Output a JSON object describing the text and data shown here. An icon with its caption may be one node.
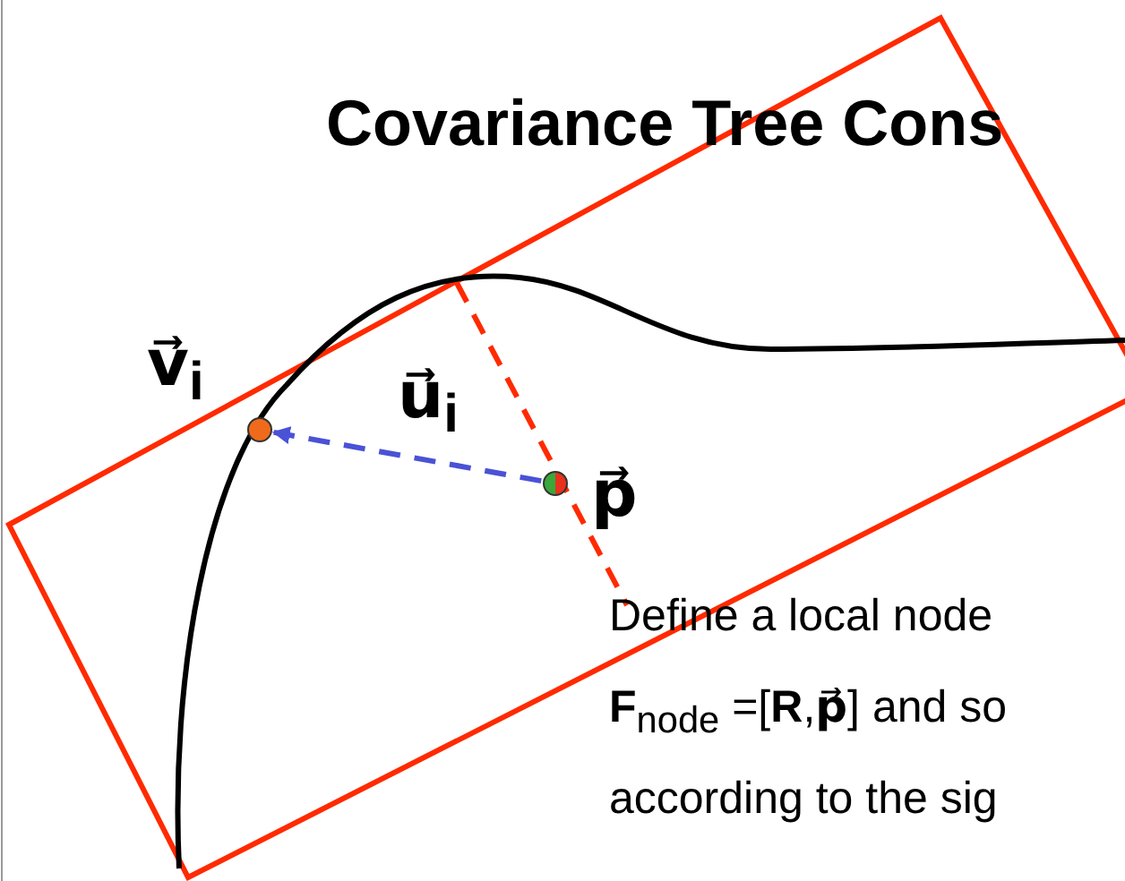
{
  "diagram": {
    "title": "Covariance Tree Cons",
    "nodes": [
      {
        "text": [],
        "shape": "circle",
        "beside": [
          "v⃗$_{i}$"
        ]
      },
      {
        "text": [],
        "shape": "circle",
        "beside": [
          "p⃗"
        ]
      }
    ],
    "edges": [
      {
        "from": 1,
        "to": 0,
        "arrow": "to",
        "label": "u⃗$_{i}$",
        "style": "dashed",
        "color": "#4a52d6"
      }
    ],
    "labels": [
      "Define a local node",
      "**F**$_{node}$ =[**R**,**p⃗**] and so",
      "according to the sig"
    ]
  }
}
